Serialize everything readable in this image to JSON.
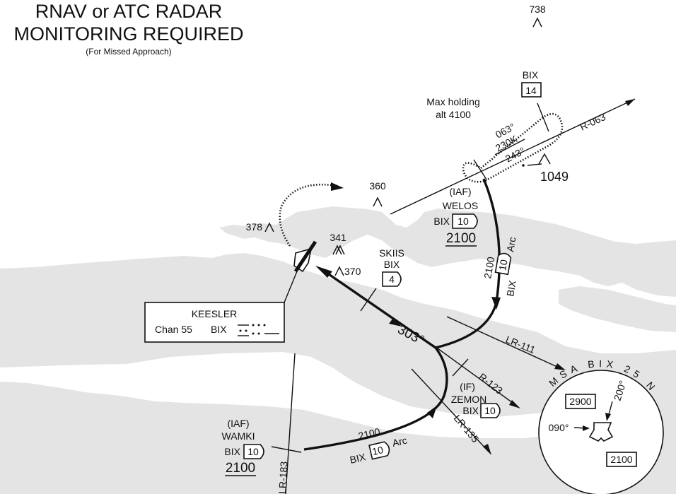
{
  "title_line1": "RNAV or ATC RADAR",
  "title_line2": "MONITORING REQUIRED",
  "title_note": "(For Missed Approach)",
  "colors": {
    "land": "#e4e4e4",
    "ink": "#111111",
    "water": "#ffffff"
  },
  "obstacles": {
    "o738": "738",
    "o360": "360",
    "o378": "378",
    "o341": "341",
    "o370": "370",
    "o1049": "1049"
  },
  "holding": {
    "max_alt": "Max holding",
    "max_alt2": "alt 4100",
    "inbound": "063°",
    "speed": "230K",
    "outbound": "243°",
    "radial": "R-063"
  },
  "fixes": {
    "bix14": {
      "nav": "BIX",
      "dme": "14"
    },
    "welos": {
      "role": "(IAF)",
      "name": "WELOS",
      "nav": "BIX",
      "dme": "10",
      "alt": "2100"
    },
    "skiis": {
      "name": "SKIIS",
      "nav": "BIX",
      "dme": "4"
    },
    "zemon": {
      "role": "(IF)",
      "name": "ZEMON",
      "nav": "BIX",
      "dme": "10"
    },
    "wamki": {
      "role": "(IAF)",
      "name": "WAMKI",
      "nav": "BIX",
      "dme": "10",
      "alt": "2100"
    }
  },
  "arcs": {
    "east_alt": "2100",
    "east_nav": "BIX",
    "east_dme": "10",
    "east_word": "Arc",
    "south_alt": "2100",
    "south_nav": "BIX",
    "south_dme": "10",
    "south_word": "Arc"
  },
  "course": "303°",
  "leadradials": {
    "lr111": "LR-111",
    "r123": "R-123",
    "lr135": "LR-135",
    "lr183": "LR-183"
  },
  "navaid": {
    "name": "KEESLER",
    "chan": "Chan 55",
    "ident": "BIX"
  },
  "msa": {
    "header": "MSA BIX 25 NM",
    "alt_nw": "2900",
    "alt_se": "2100",
    "brg_left": "090°",
    "brg_up": "200°"
  }
}
